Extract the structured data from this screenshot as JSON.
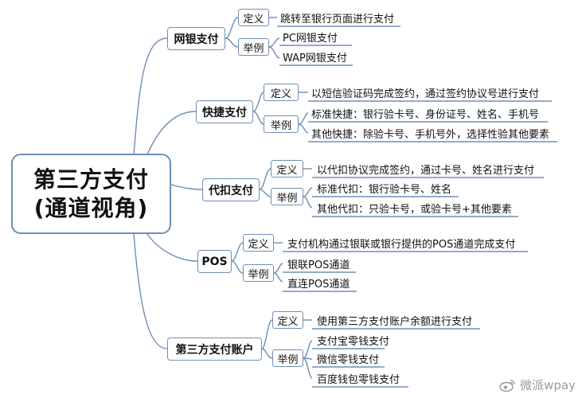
{
  "root": {
    "line1": "第三方支付",
    "line2": "(通道视角)"
  },
  "branches": {
    "wangyin": {
      "label": "网银支付",
      "def_tag": "定义",
      "def_text": "跳转至银行页面进行支付",
      "ex_tag": "举例",
      "examples": [
        "PC网银支付",
        "WAP网银支付"
      ]
    },
    "kuaijie": {
      "label": "快捷支付",
      "def_tag": "定义",
      "def_text": "以短信验证码完成签约，通过签约协议号进行支付",
      "ex_tag": "举例",
      "examples": [
        "标准快捷：银行验卡号、身份证号、姓名、手机号",
        "其他快捷：除验卡号、手机号外，选择性验其他要素"
      ]
    },
    "daikou": {
      "label": "代扣支付",
      "def_tag": "定义",
      "def_text": "以代扣协议完成签约，通过卡号、姓名进行支付",
      "ex_tag": "举例",
      "examples": [
        "标准代扣：银行验卡号、姓名",
        "其他代扣：只验卡号，或验卡号+其他要素"
      ]
    },
    "pos": {
      "label": "POS",
      "def_tag": "定义",
      "def_text": "支付机构通过银联或银行提供的POS通道完成支付",
      "ex_tag": "举例",
      "examples": [
        "银联POS通道",
        "直连POS通道"
      ]
    },
    "zhanghu": {
      "label": "第三方支付账户",
      "def_tag": "定义",
      "def_text": "使用第三方支付账户余额进行支付",
      "ex_tag": "举例",
      "examples": [
        "支付宝零钱支付",
        "微信零钱支付",
        "百度钱包零钱支付"
      ]
    }
  },
  "watermark": {
    "text": "微派wpay",
    "icon": "weibo-icon"
  },
  "colors": {
    "line": "#6f8fb6",
    "node_border": "#6f8fb6"
  }
}
